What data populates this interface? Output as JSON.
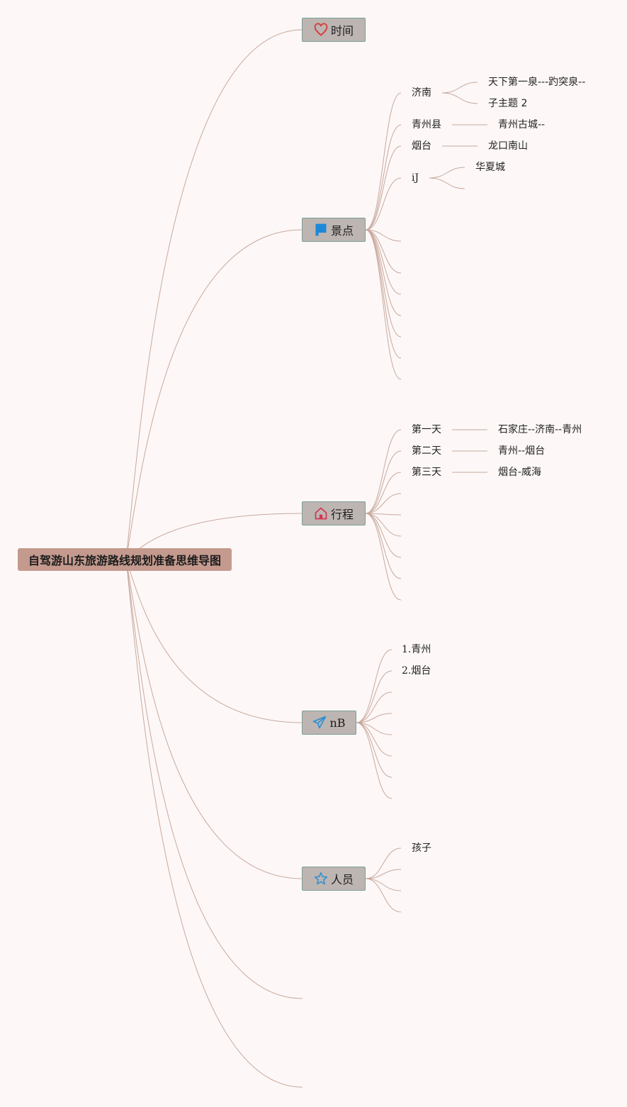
{
  "mindmap": {
    "root": "自驾游山东旅游路线规划准备思维导图",
    "colors": {
      "line": "#c8a89d",
      "root_bg": "#c49a8e",
      "branch_bg": "#bdb5b2",
      "branch_border": "#7b9e98",
      "background": "#fdf8f7"
    },
    "branches": {
      "time": {
        "label": "时间",
        "icon": "heart-icon"
      },
      "sights": {
        "label": "景点",
        "icon": "flag-icon",
        "children": [
          {
            "label": "济南",
            "children": [
              "天下第一泉---趵突泉--",
              "子主题 2"
            ]
          },
          {
            "label": "青州县",
            "children": [
              "青州古城--"
            ]
          },
          {
            "label": "烟台",
            "children": [
              "龙口南山"
            ]
          },
          {
            "label": "iJ",
            "children": [
              "华夏城"
            ]
          }
        ]
      },
      "itinerary": {
        "label": "行程",
        "icon": "home-icon",
        "children": [
          {
            "label": "第一天",
            "children": [
              "石家庄--济南--青州"
            ]
          },
          {
            "label": "第二天",
            "children": [
              "青州--烟台"
            ]
          },
          {
            "label": "第三天",
            "children": [
              "烟台-威海"
            ]
          }
        ]
      },
      "nb": {
        "label": "nB",
        "icon": "send-icon",
        "children": [
          "1.青州",
          "2.烟台"
        ]
      },
      "people": {
        "label": "人员",
        "icon": "star-icon",
        "children": [
          "孩子"
        ]
      }
    }
  }
}
